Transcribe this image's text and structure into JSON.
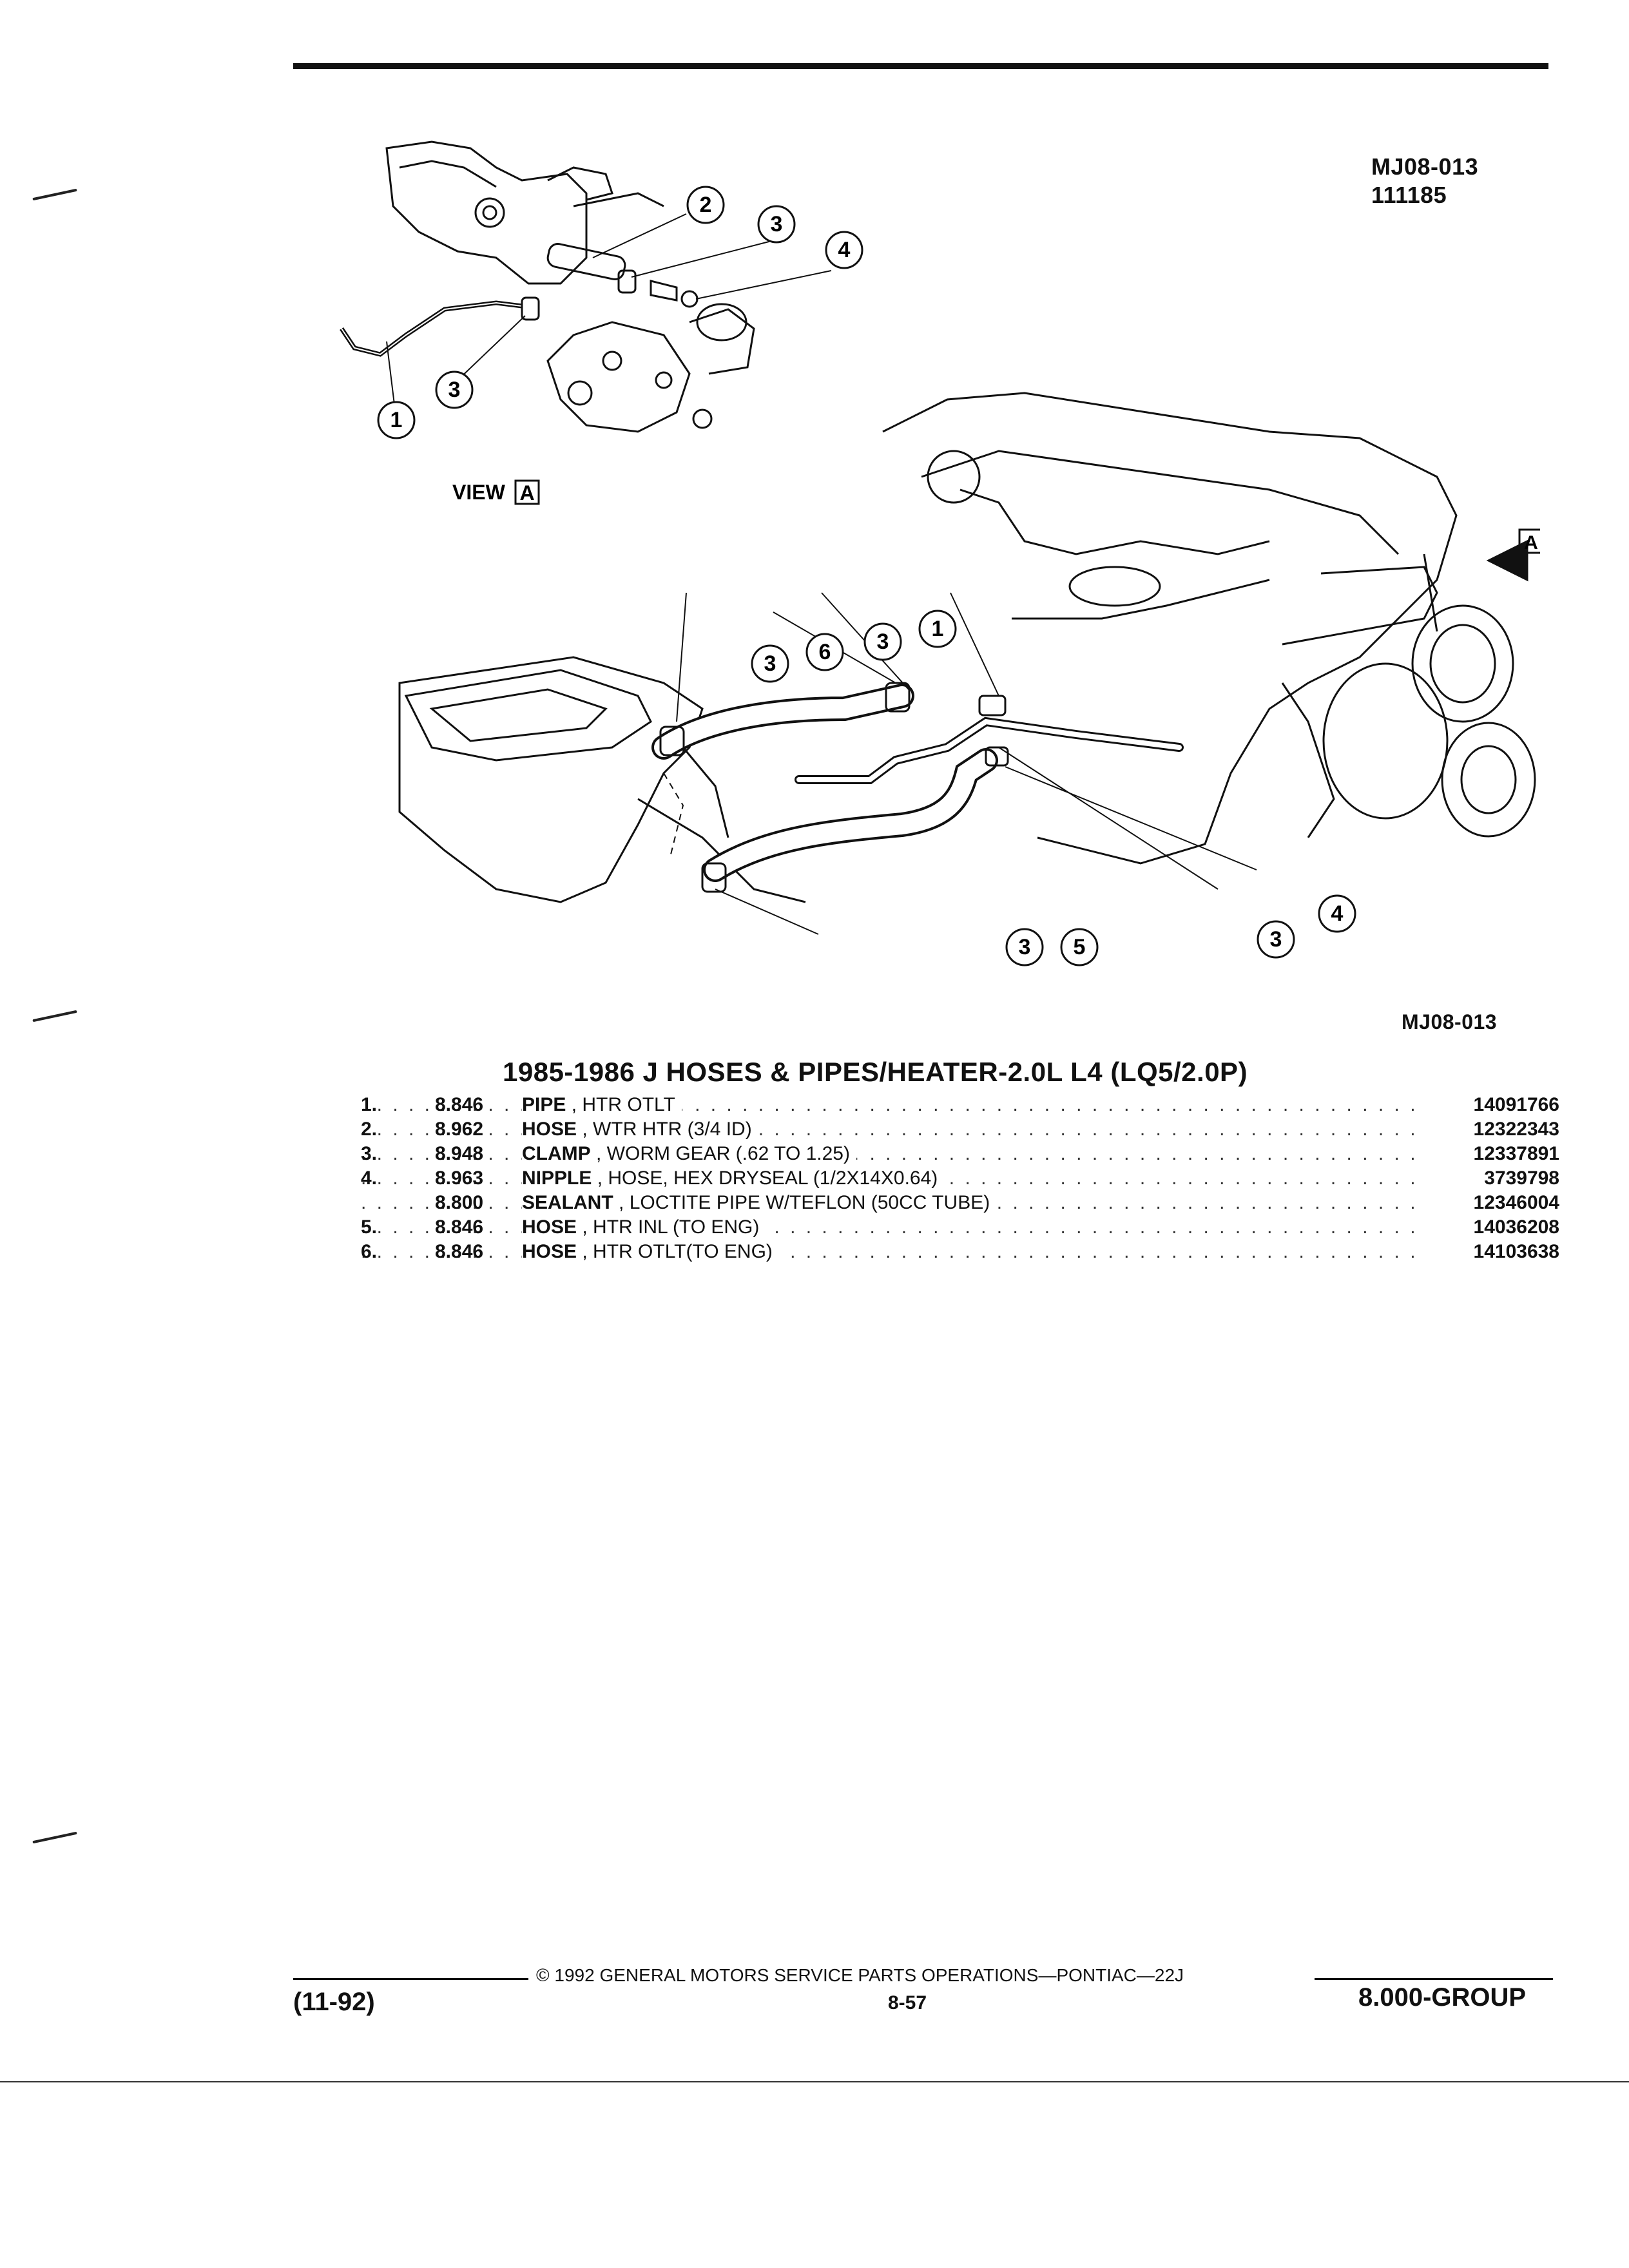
{
  "figure": {
    "id_top": "MJ08-013",
    "date_code": "111185",
    "id_bottom": "MJ08-013",
    "view_label": "VIEW",
    "view_letter": "A",
    "arrow_letter": "A",
    "callouts": [
      "1",
      "2",
      "3",
      "4",
      "5",
      "6"
    ]
  },
  "title": "1985-1986 J HOSES & PIPES/HEATER-2.0L L4 (LQ5/2.0P)",
  "parts": [
    {
      "no": "1.",
      "code": "8.846",
      "name": "PIPE",
      "detail": "HTR OTLT",
      "part_no": "14091766"
    },
    {
      "no": "2.",
      "code": "8.962",
      "name": "HOSE",
      "detail": "WTR HTR (3/4 ID)",
      "part_no": "12322343"
    },
    {
      "no": "3.",
      "code": "8.948",
      "name": "CLAMP",
      "detail": "WORM GEAR (.62 TO 1.25)",
      "part_no": "12337891"
    },
    {
      "no": "4.",
      "code": "8.963",
      "name": "NIPPLE",
      "detail": "HOSE, HEX DRYSEAL (1/2X14X0.64)",
      "part_no": "3739798"
    },
    {
      "no": "",
      "code": "8.800",
      "name": "SEALANT",
      "detail": "LOCTITE PIPE W/TEFLON (50CC TUBE)",
      "part_no": "12346004"
    },
    {
      "no": "5.",
      "code": "8.846",
      "name": "HOSE",
      "detail": "HTR INL (TO ENG)",
      "part_no": "14036208"
    },
    {
      "no": "6.",
      "code": "8.846",
      "name": "HOSE",
      "detail": "HTR OTLT(TO ENG)",
      "part_no": "14103638"
    }
  ],
  "footer": {
    "copyright": "© 1992 GENERAL MOTORS SERVICE PARTS OPERATIONS—PONTIAC—22J",
    "revision": "(11-92)",
    "page": "8-57",
    "group": "8.000-GROUP"
  }
}
